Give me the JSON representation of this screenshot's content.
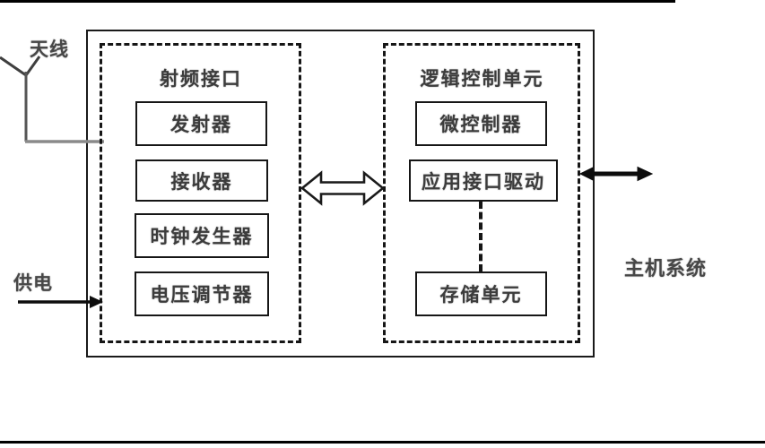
{
  "diagram": {
    "antenna_label": "天线",
    "power_label": "供电",
    "host_label": "主机系统",
    "rf_unit": {
      "title": "射频接口",
      "blocks": [
        "发射器",
        "接收器",
        "时钟发生器",
        "电压调节器"
      ]
    },
    "logic_unit": {
      "title": "逻辑控制单元",
      "blocks": [
        "微控制器",
        "应用接口驱动",
        "存储单元"
      ]
    },
    "icons": {
      "antenna": "antenna-icon",
      "bidirectional_bus": "double-arrow-icon",
      "host_link": "host-double-arrow-icon",
      "power_in": "power-arrow-icon"
    },
    "colors": {
      "line": "#1a1a1a",
      "text": "#3c3c3c",
      "antenna_line_dark": "#3f3f3f",
      "antenna_line_gray": "#8a8a8a"
    }
  }
}
